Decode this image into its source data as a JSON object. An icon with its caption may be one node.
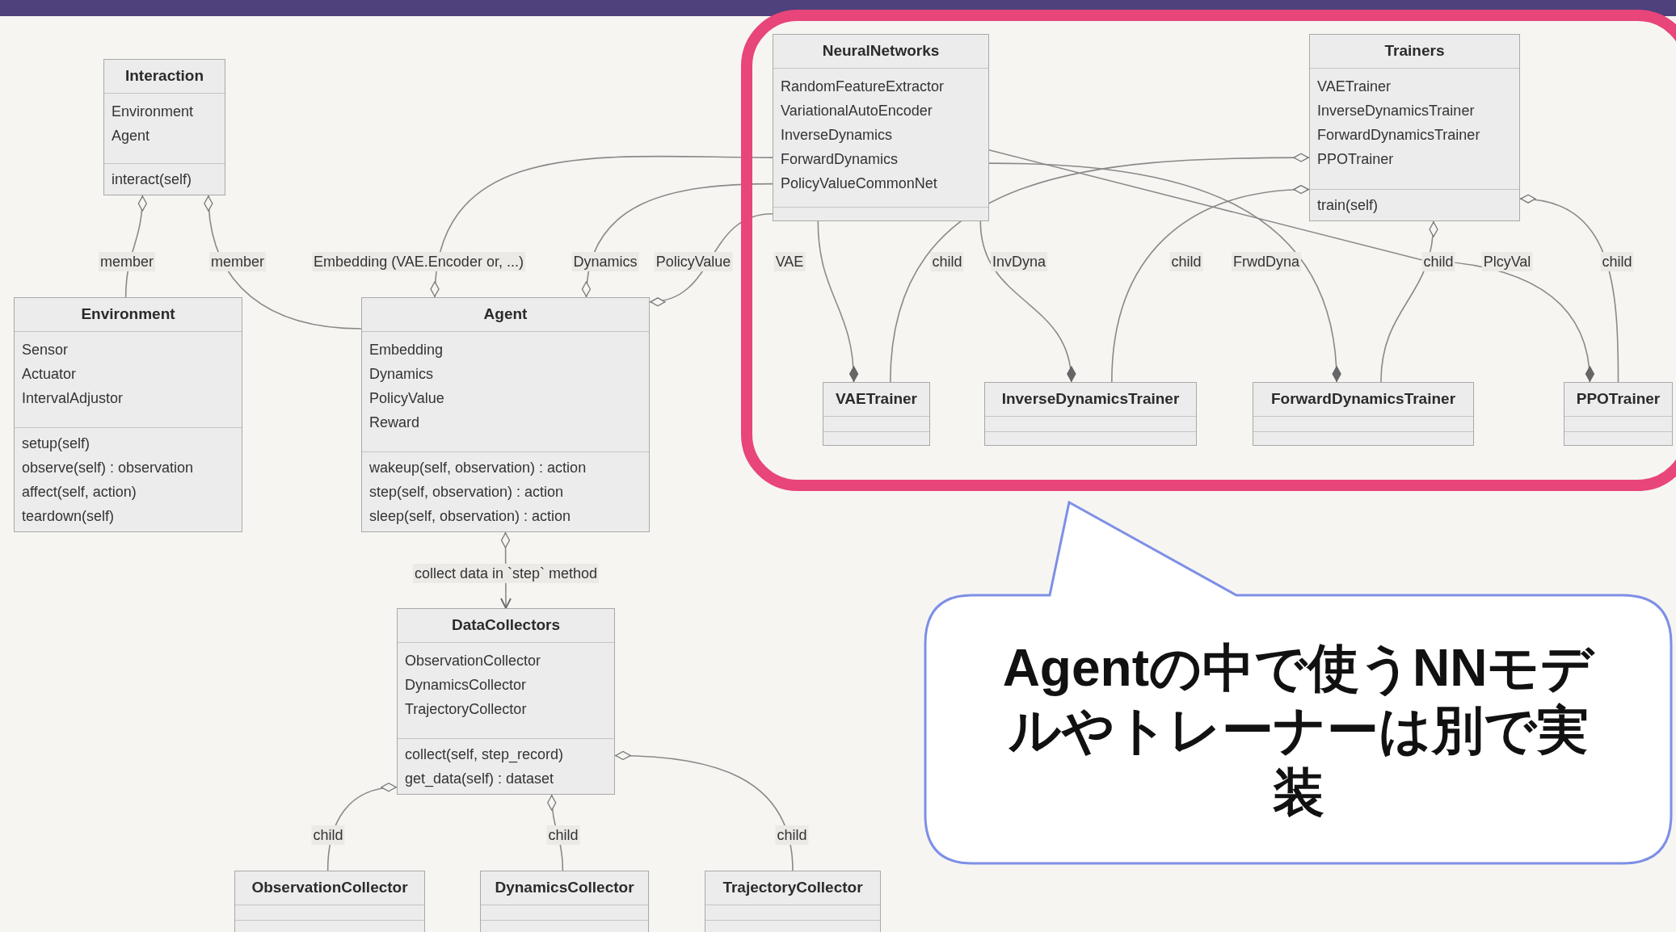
{
  "diagram": {
    "nodes": [
      {
        "text": [
          "Interaction",
          "Environment",
          "Agent",
          "interact(self)"
        ]
      },
      {
        "text": [],
        "shape": "box"
      },
      {
        "text": [
          "NeuralNetworks",
          "RandomFeatureExtractor",
          "VariationalAutoEncoder",
          "InverseDynamics",
          "ForwardDynamics",
          "PolicyValueCommonNet"
        ],
        "in": 1
      },
      {
        "text": [
          "Trainers",
          "VAETrainer",
          "InverseDynamicsTrainer",
          "ForwardDynamicsTrainer",
          "PPOTrainer",
          "train(self)"
        ],
        "in": 1
      },
      {
        "text": [
          "Environment",
          "Sensor",
          "Actuator",
          "IntervalAdjustor",
          "setup(self)",
          "observe(self) : observation",
          "affect(self, action)",
          "teardown(self)"
        ]
      },
      {
        "text": [
          "Agent",
          "Embedding",
          "Dynamics",
          "PolicyValue",
          "Reward",
          "wakeup(self, observation) : action",
          "step(self, observation) : action",
          "sleep(self, observation) : action"
        ]
      },
      {
        "text": [
          "VAETrainer"
        ],
        "in": 1
      },
      {
        "text": [
          "InverseDynamicsTrainer"
        ],
        "in": 1
      },
      {
        "text": [
          "ForwardDynamicsTrainer"
        ],
        "in": 1
      },
      {
        "text": [
          "PPOTrainer"
        ],
        "in": 1
      },
      {
        "text": [
          "DataCollectors",
          "ObservationCollector",
          "DynamicsCollector",
          "TrajectoryCollector",
          "collect(self, step_record)",
          "get_data(self) : dataset"
        ]
      },
      {
        "text": [
          "ObservationCollector"
        ]
      },
      {
        "text": [
          "DynamicsCollector"
        ]
      },
      {
        "text": [
          "TrajectoryCollector"
        ]
      },
      {
        "text": [
          "Agentの中で使うNNモデルやトレーナーは別で実装"
        ]
      }
    ],
    "edges": [
      {
        "from": 0,
        "to": 4,
        "arrow": "other",
        "label": "member"
      },
      {
        "from": 0,
        "to": 5,
        "arrow": "other",
        "label": "member"
      },
      {
        "from": 5,
        "to": 2,
        "arrow": "other",
        "label": "Embedding (VAE.Encoder or, ...)"
      },
      {
        "from": 5,
        "to": 2,
        "arrow": "other",
        "label": "Dynamics"
      },
      {
        "from": 5,
        "to": 2,
        "arrow": "other",
        "label": "PolicyValue"
      },
      {
        "from": 6,
        "to": 2,
        "arrow": "other",
        "label": "VAE"
      },
      {
        "from": 3,
        "to": 6,
        "arrow": "other",
        "label": "child"
      },
      {
        "from": 7,
        "to": 2,
        "arrow": "other",
        "label": "InvDyna"
      },
      {
        "from": 3,
        "to": 7,
        "arrow": "other",
        "label": "child"
      },
      {
        "from": 8,
        "to": 2,
        "arrow": "other",
        "label": "FrwdDyna"
      },
      {
        "from": 3,
        "to": 8,
        "arrow": "other",
        "label": "child"
      },
      {
        "from": 9,
        "to": 2,
        "arrow": "other",
        "label": "PlcyVal"
      },
      {
        "from": 3,
        "to": 9,
        "arrow": "other",
        "label": "child"
      },
      {
        "from": 5,
        "to": 10,
        "arrow": "to",
        "label": "collect data in `step` method"
      },
      {
        "from": 10,
        "to": 11,
        "arrow": "other",
        "label": "child"
      },
      {
        "from": 10,
        "to": 12,
        "arrow": "other",
        "label": "child"
      },
      {
        "from": 10,
        "to": 13,
        "arrow": "other",
        "label": "child"
      }
    ]
  }
}
